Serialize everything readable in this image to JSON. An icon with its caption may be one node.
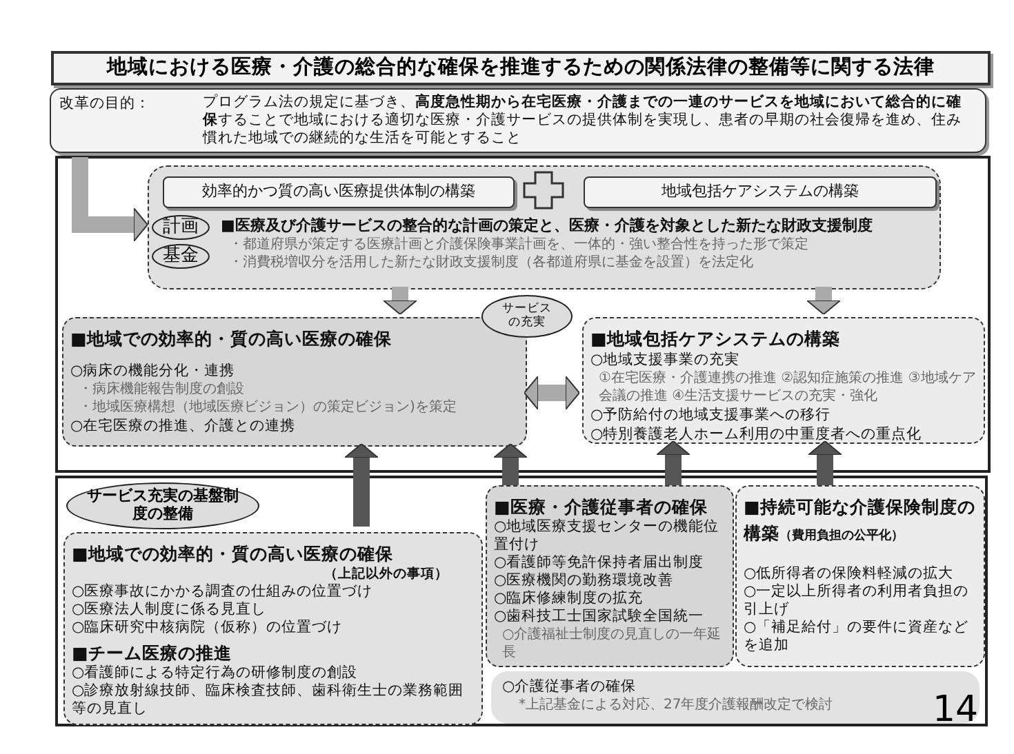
{
  "diagram": {
    "title": "地域における医療・介護の総合的な確保を推進するための関係法律の整備等に関する法律",
    "nodes": [
      {
        "text": [
          "改革の目的：",
          "プログラム法の規定に基づき、**高度急性期から在宅医療・介護までの一連のサービスを地域において総合的に確保**することで地域における適切な医療・介護サービスの提供体制を実現し、患者の早期の社会復帰を進め、住み慣れた地域での継続的な生活を可能とすること"
        ]
      },
      {
        "text": [],
        "shape": "box"
      },
      {
        "text": [
          "■医療及び介護サービスの整合的な計画の策定と、医療・介護を対象とした新たな財政支援制度",
          "・都道府県が策定する医療計画と介護保険事業計画を、一体的・強い整合性を持った形で策定",
          "・消費税増収分を活用した新たな財政支援制度（各都道府県に基金を設置）を法定化"
        ],
        "in": 1
      },
      {
        "text": [
          "効率的かつ質の高い医療提供体制の構築"
        ],
        "in": 2
      },
      {
        "text": [
          "地域包括ケアシステムの構築"
        ],
        "in": 2
      },
      {
        "text": [
          "計画"
        ],
        "in": 2
      },
      {
        "text": [
          "基金"
        ],
        "in": 2
      },
      {
        "text": [
          "■地域での効率的・質の高い医療の確保",
          "○病床の機能分化・連携",
          "・病床機能報告制度の創設",
          "・地域医療構想（地域医療ビジョン）の策定ビジョン)を策定",
          "○在宅医療の推進、介護との連携"
        ],
        "in": 1
      },
      {
        "text": [
          "■地域包括ケアシステムの構築",
          "○地域支援事業の充実",
          "①在宅医療・介護連携の推進 ②認知症施策の推進 ③地域ケア会議の推進 ④生活支援サービスの充実・強化",
          "○予防給付の地域支援事業への移行",
          "○特別養護老人ホーム利用の中重度者への重点化"
        ],
        "in": 1
      },
      {
        "text": [
          "サービスの充実"
        ],
        "in": 1
      },
      {
        "text": [],
        "shape": "box"
      },
      {
        "text": [
          "サービス充実の基盤制度の整備"
        ],
        "in": 10
      },
      {
        "text": [
          "■地域での効率的・質の高い医療の確保",
          "（上記以外の事項）",
          "○医療事故にかかる調査の仕組みの位置づけ",
          "○医療法人制度に係る見直し",
          "○臨床研究中核病院（仮称）の位置づけ",
          "■チーム医療の推進",
          "○看護師による特定行為の研修制度の創設",
          "○診療放射線技師、臨床検査技師、歯科衛生士の業務範囲等の見直し"
        ],
        "in": 10
      },
      {
        "text": [
          "■医療・介護従事者の確保",
          "○地域医療支援センターの機能位置付け",
          "○看護師等免許保持者届出制度",
          "○医療機関の勤務環境改善",
          "○臨床修練制度の拡充",
          "○歯科技工士国家試験全国統一",
          "○介護福祉士制度の見直しの一年延長"
        ],
        "in": 10
      },
      {
        "text": [
          "■持続可能な介護保険制度の構築",
          "（費用負担の公平化）",
          "○低所得者の保険料軽減の拡大",
          "○一定以上所得者の利用者負担の引上げ",
          "○「補足給付」の要件に資産などを追加"
        ],
        "in": 10
      },
      {
        "text": [
          "○介護従事者の確保",
          "*上記基金による対応、27年度介護報酬改定で検討"
        ],
        "in": 10
      }
    ],
    "edges": [
      {
        "from": 0,
        "to": 5,
        "arrow": "to"
      },
      {
        "from": 2,
        "to": 7,
        "arrow": "to"
      },
      {
        "from": 2,
        "to": 8,
        "arrow": "to"
      },
      {
        "from": 7,
        "to": 8,
        "arrow": "both"
      },
      {
        "from": 12,
        "to": 7,
        "arrow": "to",
        "color": "#555555"
      },
      {
        "from": 13,
        "to": 7,
        "arrow": "to",
        "color": "#555555"
      },
      {
        "from": 13,
        "to": 8,
        "arrow": "to",
        "color": "#555555"
      },
      {
        "from": 14,
        "to": 8,
        "arrow": "to",
        "color": "#555555"
      }
    ],
    "labels": [
      "14"
    ]
  }
}
